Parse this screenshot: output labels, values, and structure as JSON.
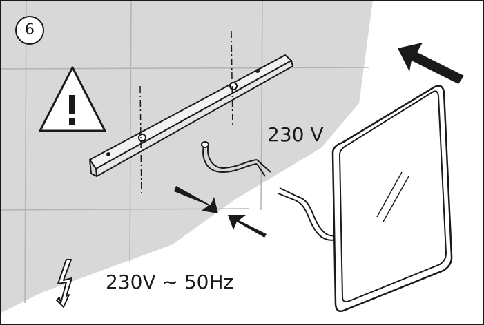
{
  "step": {
    "number": "6"
  },
  "labels": {
    "cable_voltage": "230 V",
    "mains_supply": "230V ~ 50Hz"
  },
  "icons": [
    "warning-triangle-icon",
    "lightning-bolt-icon",
    "direction-arrow-icon"
  ],
  "colors": {
    "wall": "#d8d8d8",
    "tile_lines": "#b3b3b3",
    "outline": "#1a1a1a",
    "background": "#ffffff"
  }
}
